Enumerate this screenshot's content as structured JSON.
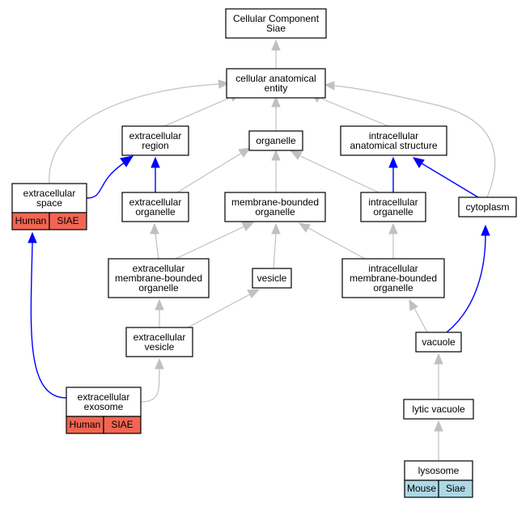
{
  "colors": {
    "human_tag": "#f26552",
    "mouse_tag": "#add8e6",
    "is_a_edge": "#c0c0c0",
    "part_of_edge": "#0000ff"
  },
  "nodes": {
    "cc": [
      "Cellular Component",
      "Siae"
    ],
    "cae": [
      "cellular anatomical",
      "entity"
    ],
    "ecr": [
      "extracellular",
      "region"
    ],
    "org": [
      "organelle"
    ],
    "ias": [
      "intracellular",
      "anatomical structure"
    ],
    "ecs": [
      "extracellular",
      "space"
    ],
    "eco": [
      "extracellular",
      "organelle"
    ],
    "mbo": [
      "membrane-bounded",
      "organelle"
    ],
    "ico": [
      "intracellular",
      "organelle"
    ],
    "cyt": [
      "cytoplasm"
    ],
    "ecmbo": [
      "extracellular",
      "membrane-bounded",
      "organelle"
    ],
    "ves": [
      "vesicle"
    ],
    "icmbo": [
      "intracellular",
      "membrane-bounded",
      "organelle"
    ],
    "ecv": [
      "extracellular",
      "vesicle"
    ],
    "vac": [
      "vacuole"
    ],
    "exo": [
      "extracellular",
      "exosome"
    ],
    "lv": [
      "lytic vacuole"
    ],
    "lys": [
      "lysosome"
    ]
  },
  "annotations": {
    "ecs": [
      "Human",
      "SIAE"
    ],
    "exo": [
      "Human",
      "SIAE"
    ],
    "lys": [
      "Mouse",
      "Siae"
    ]
  },
  "edges": [
    {
      "from": "cae",
      "to": "cc",
      "type": "is_a"
    },
    {
      "from": "ecr",
      "to": "cae",
      "type": "is_a"
    },
    {
      "from": "org",
      "to": "cae",
      "type": "is_a"
    },
    {
      "from": "ias",
      "to": "cae",
      "type": "is_a"
    },
    {
      "from": "ecs",
      "to": "cae",
      "type": "is_a"
    },
    {
      "from": "cyt",
      "to": "cae",
      "type": "is_a"
    },
    {
      "from": "ecs",
      "to": "ecr",
      "type": "part_of"
    },
    {
      "from": "eco",
      "to": "ecr",
      "type": "part_of"
    },
    {
      "from": "eco",
      "to": "org",
      "type": "is_a"
    },
    {
      "from": "mbo",
      "to": "org",
      "type": "is_a"
    },
    {
      "from": "ico",
      "to": "org",
      "type": "is_a"
    },
    {
      "from": "ico",
      "to": "ias",
      "type": "part_of"
    },
    {
      "from": "cyt",
      "to": "ias",
      "type": "part_of"
    },
    {
      "from": "ecmbo",
      "to": "eco",
      "type": "is_a"
    },
    {
      "from": "ecmbo",
      "to": "mbo",
      "type": "is_a"
    },
    {
      "from": "ves",
      "to": "mbo",
      "type": "is_a"
    },
    {
      "from": "icmbo",
      "to": "mbo",
      "type": "is_a"
    },
    {
      "from": "icmbo",
      "to": "ico",
      "type": "is_a"
    },
    {
      "from": "ecv",
      "to": "ecmbo",
      "type": "is_a"
    },
    {
      "from": "ecv",
      "to": "ves",
      "type": "is_a"
    },
    {
      "from": "vac",
      "to": "icmbo",
      "type": "is_a"
    },
    {
      "from": "vac",
      "to": "cyt",
      "type": "part_of"
    },
    {
      "from": "exo",
      "to": "ecv",
      "type": "is_a"
    },
    {
      "from": "exo",
      "to": "ecs",
      "type": "part_of"
    },
    {
      "from": "lv",
      "to": "vac",
      "type": "is_a"
    },
    {
      "from": "lys",
      "to": "lv",
      "type": "is_a"
    }
  ]
}
